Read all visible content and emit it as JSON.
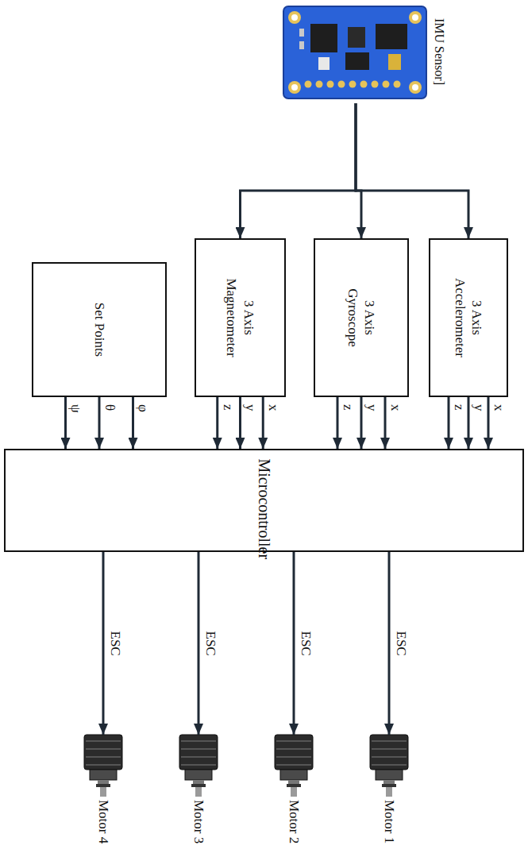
{
  "diagram": {
    "nodes": [
      {
        "text": [
          "IMU Sensor]"
        ]
      },
      {
        "text": [
          "3 Axis Accelerometer"
        ]
      },
      {
        "text": [
          "3 Axis Gyroscope"
        ]
      },
      {
        "text": [
          "3 Axis Magnetometer"
        ]
      },
      {
        "text": [
          "Set Points"
        ]
      },
      {
        "text": [
          "Microcontroller"
        ]
      },
      {
        "text": [
          "Motor 1"
        ]
      },
      {
        "text": [
          "Motor 2"
        ]
      },
      {
        "text": [
          "Motor 3"
        ]
      },
      {
        "text": [
          "Motor 4"
        ]
      }
    ],
    "edges": [
      {
        "from": 0,
        "to": 1,
        "arrow": "to"
      },
      {
        "from": 0,
        "to": 2,
        "arrow": "to"
      },
      {
        "from": 0,
        "to": 3,
        "arrow": "to"
      },
      {
        "from": 1,
        "to": 5,
        "label": "x",
        "arrow": "to"
      },
      {
        "from": 1,
        "to": 5,
        "label": "y",
        "arrow": "to"
      },
      {
        "from": 1,
        "to": 5,
        "label": "z",
        "arrow": "to"
      },
      {
        "from": 2,
        "to": 5,
        "label": "x",
        "arrow": "to"
      },
      {
        "from": 2,
        "to": 5,
        "label": "y",
        "arrow": "to"
      },
      {
        "from": 2,
        "to": 5,
        "label": "z",
        "arrow": "to"
      },
      {
        "from": 3,
        "to": 5,
        "label": "x",
        "arrow": "to"
      },
      {
        "from": 3,
        "to": 5,
        "label": "y",
        "arrow": "to"
      },
      {
        "from": 3,
        "to": 5,
        "label": "z",
        "arrow": "to"
      },
      {
        "from": 4,
        "to": 5,
        "label": "φ",
        "arrow": "to"
      },
      {
        "from": 4,
        "to": 5,
        "label": "θ",
        "arrow": "to"
      },
      {
        "from": 4,
        "to": 5,
        "label": "ψ",
        "arrow": "to"
      },
      {
        "from": 5,
        "to": 6,
        "label": "ESC",
        "arrow": "to"
      },
      {
        "from": 5,
        "to": 7,
        "label": "ESC",
        "arrow": "to"
      },
      {
        "from": 5,
        "to": 8,
        "label": "ESC",
        "arrow": "to"
      },
      {
        "from": 5,
        "to": 9,
        "label": "ESC",
        "arrow": "to"
      }
    ]
  }
}
